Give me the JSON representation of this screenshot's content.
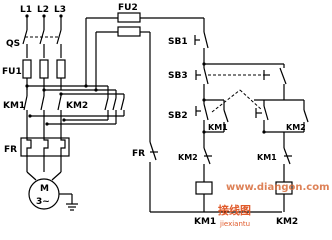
{
  "diagram": {
    "phases": [
      "L1",
      "L2",
      "L3"
    ],
    "main_switch": "QS",
    "fuses_main": "FU1",
    "fuses_control": "FU2",
    "contactor_1": "KM1",
    "contactor_2": "KM2",
    "thermal_relay": "FR",
    "motor_label": "M",
    "motor_type": "3~",
    "buttons": {
      "stop": "SB1",
      "reverse": "SB3",
      "forward": "SB2"
    },
    "control_labels": {
      "fr_contact": "FR",
      "sb2_self_lock": "KM1",
      "sb3_self_lock": "KM2",
      "interlock_left": "KM2",
      "interlock_right": "KM1",
      "coil_left": "KM1",
      "coil_right": "KM2"
    }
  },
  "watermark": {
    "brand": "接线图",
    "site": "www.diangon.com",
    "url_small": "jiexiantu"
  },
  "colors": {
    "line": "#000000",
    "watermark": "#e05a2a"
  }
}
